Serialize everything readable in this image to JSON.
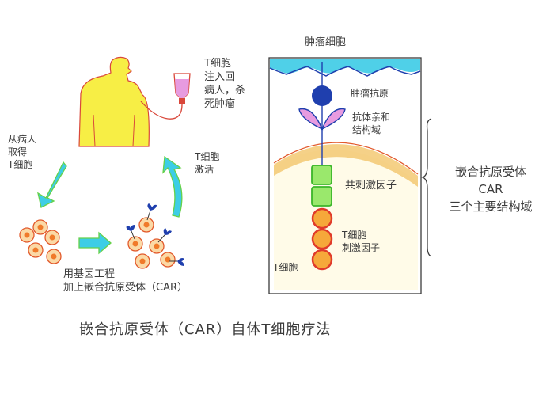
{
  "title": "嵌合抗原受体（CAR）自体T细胞疗法",
  "process": {
    "step1": "从病人\n取得\nT细胞",
    "step2": "用基因工程\n加上嵌合抗原受体（CAR）",
    "step3": "T细胞\n激活",
    "step4": "T细胞\n注入回\n病人，杀\n死肿瘤"
  },
  "structure": {
    "tumor_cell": "肿瘤细胞",
    "tumor_antigen": "肿瘤抗原",
    "antibody_domain": "抗体亲和\n结构域",
    "costim": "共刺激因子",
    "tcell_stim": "T细胞\n刺激因子",
    "tcell": "T细胞"
  },
  "brace": {
    "line1": "嵌合抗原受体",
    "line2": "CAR",
    "line3": "三个主要结构域"
  },
  "colors": {
    "tumor_membrane": "#4fd0e8",
    "antigen": "#1f3fae",
    "antibody": "#e79be0",
    "costim": "#7ad94a",
    "tcell_stim": "#e03a2a",
    "tcell_membrane": "#f3c56a",
    "arrow": "#3dcde6",
    "patient": "#f7ee45"
  }
}
